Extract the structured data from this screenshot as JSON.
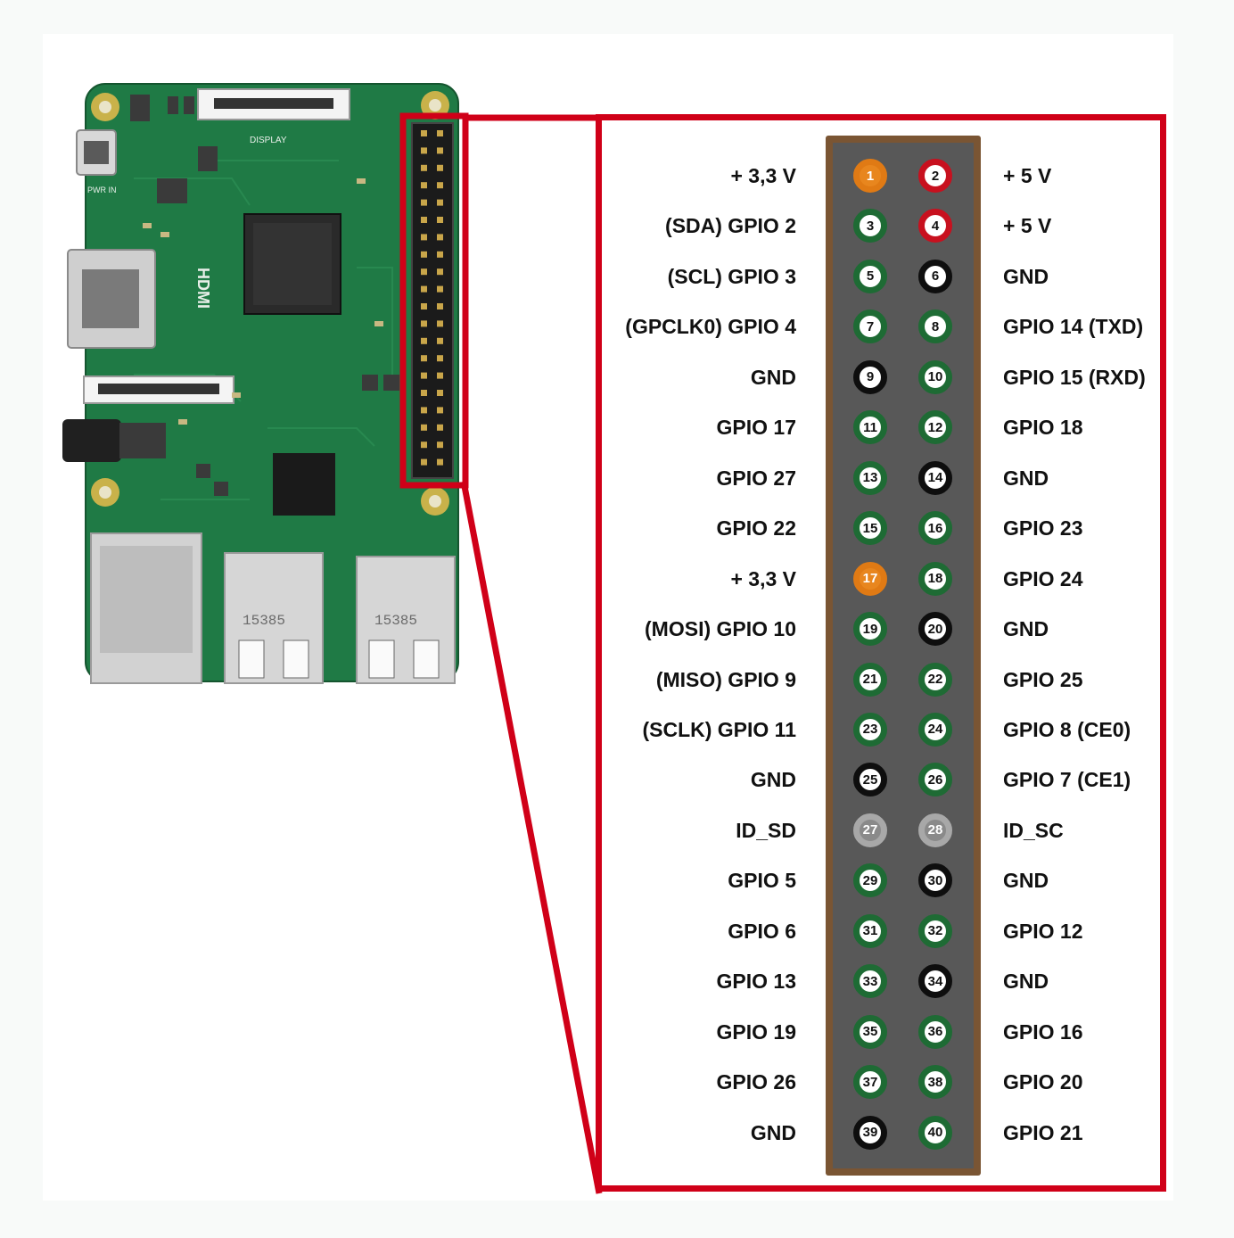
{
  "colors": {
    "zoom_frame": "#d00018",
    "header_body": "#7a5533",
    "header_inner": "#585858",
    "pin_gpio": "#1e6b34",
    "pin_3v3": "#e07a14",
    "pin_5v": "#c8101e",
    "pin_ground": "#0e0e0e",
    "pin_id_eeprom": "#a8a8a8",
    "pcb": "#1f7a45"
  },
  "board_marks": {
    "silkscreen_display": "DISPLAY",
    "silkscreen_hdmi": "HDMI",
    "silkscreen_pwr": "PWR IN",
    "usb_code_1": "15385",
    "usb_code_2": "15385"
  },
  "pins": [
    {
      "number": "1",
      "label": "+ 3,3 V",
      "kind": "power3"
    },
    {
      "number": "2",
      "label": "+ 5 V",
      "kind": "power5"
    },
    {
      "number": "3",
      "label": "(SDA) GPIO 2",
      "kind": "gpio"
    },
    {
      "number": "4",
      "label": "+ 5 V",
      "kind": "power5"
    },
    {
      "number": "5",
      "label": "(SCL) GPIO 3",
      "kind": "gpio"
    },
    {
      "number": "6",
      "label": "GND",
      "kind": "ground"
    },
    {
      "number": "7",
      "label": "(GPCLK0) GPIO 4",
      "kind": "gpio"
    },
    {
      "number": "8",
      "label": "GPIO 14 (TXD)",
      "kind": "gpio"
    },
    {
      "number": "9",
      "label": "GND",
      "kind": "ground"
    },
    {
      "number": "10",
      "label": "GPIO 15 (RXD)",
      "kind": "gpio"
    },
    {
      "number": "11",
      "label": "GPIO 17",
      "kind": "gpio"
    },
    {
      "number": "12",
      "label": "GPIO 18",
      "kind": "gpio"
    },
    {
      "number": "13",
      "label": "GPIO 27",
      "kind": "gpio"
    },
    {
      "number": "14",
      "label": "GND",
      "kind": "ground"
    },
    {
      "number": "15",
      "label": "GPIO 22",
      "kind": "gpio"
    },
    {
      "number": "16",
      "label": "GPIO 23",
      "kind": "gpio"
    },
    {
      "number": "17",
      "label": "+ 3,3 V",
      "kind": "power3"
    },
    {
      "number": "18",
      "label": "GPIO 24",
      "kind": "gpio"
    },
    {
      "number": "19",
      "label": "(MOSI) GPIO 10",
      "kind": "gpio"
    },
    {
      "number": "20",
      "label": "GND",
      "kind": "ground"
    },
    {
      "number": "21",
      "label": "(MISO) GPIO 9",
      "kind": "gpio"
    },
    {
      "number": "22",
      "label": "GPIO 25",
      "kind": "gpio"
    },
    {
      "number": "23",
      "label": "(SCLK) GPIO 11",
      "kind": "gpio"
    },
    {
      "number": "24",
      "label": "GPIO 8 (CE0)",
      "kind": "gpio"
    },
    {
      "number": "25",
      "label": "GND",
      "kind": "ground"
    },
    {
      "number": "26",
      "label": "GPIO 7 (CE1)",
      "kind": "gpio"
    },
    {
      "number": "27",
      "label": "ID_SD",
      "kind": "eeprom"
    },
    {
      "number": "28",
      "label": "ID_SC",
      "kind": "eeprom"
    },
    {
      "number": "29",
      "label": "GPIO 5",
      "kind": "gpio"
    },
    {
      "number": "30",
      "label": "GND",
      "kind": "ground"
    },
    {
      "number": "31",
      "label": "GPIO 6",
      "kind": "gpio"
    },
    {
      "number": "32",
      "label": "GPIO 12",
      "kind": "gpio"
    },
    {
      "number": "33",
      "label": "GPIO 13",
      "kind": "gpio"
    },
    {
      "number": "34",
      "label": "GND",
      "kind": "ground"
    },
    {
      "number": "35",
      "label": "GPIO 19",
      "kind": "gpio"
    },
    {
      "number": "36",
      "label": "GPIO 16",
      "kind": "gpio"
    },
    {
      "number": "37",
      "label": "GPIO 26",
      "kind": "gpio"
    },
    {
      "number": "38",
      "label": "GPIO 20",
      "kind": "gpio"
    },
    {
      "number": "39",
      "label": "GND",
      "kind": "ground"
    },
    {
      "number": "40",
      "label": "GPIO 21",
      "kind": "gpio"
    }
  ]
}
